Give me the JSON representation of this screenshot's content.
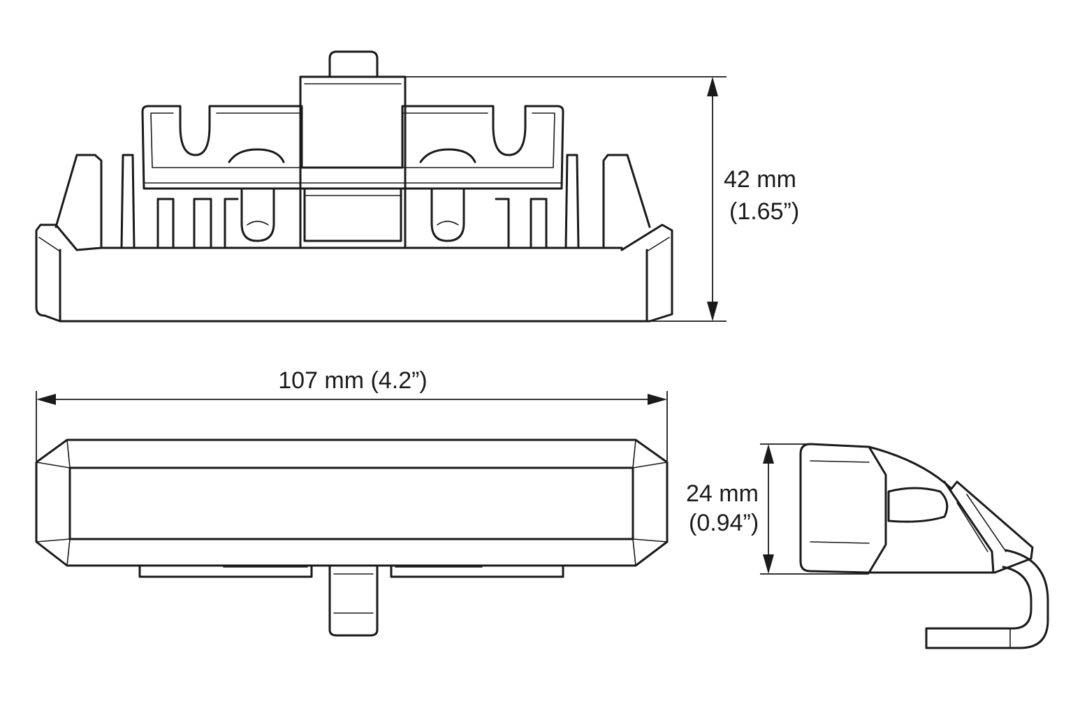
{
  "dimensions": {
    "height": {
      "value": "42 mm",
      "imperial": "(1.65”)"
    },
    "width": {
      "label": "107 mm (4.2”)"
    },
    "depth": {
      "value": "24 mm",
      "imperial": "(0.94”)"
    }
  },
  "colors": {
    "line": "#1a1a1a",
    "background": "#ffffff"
  }
}
